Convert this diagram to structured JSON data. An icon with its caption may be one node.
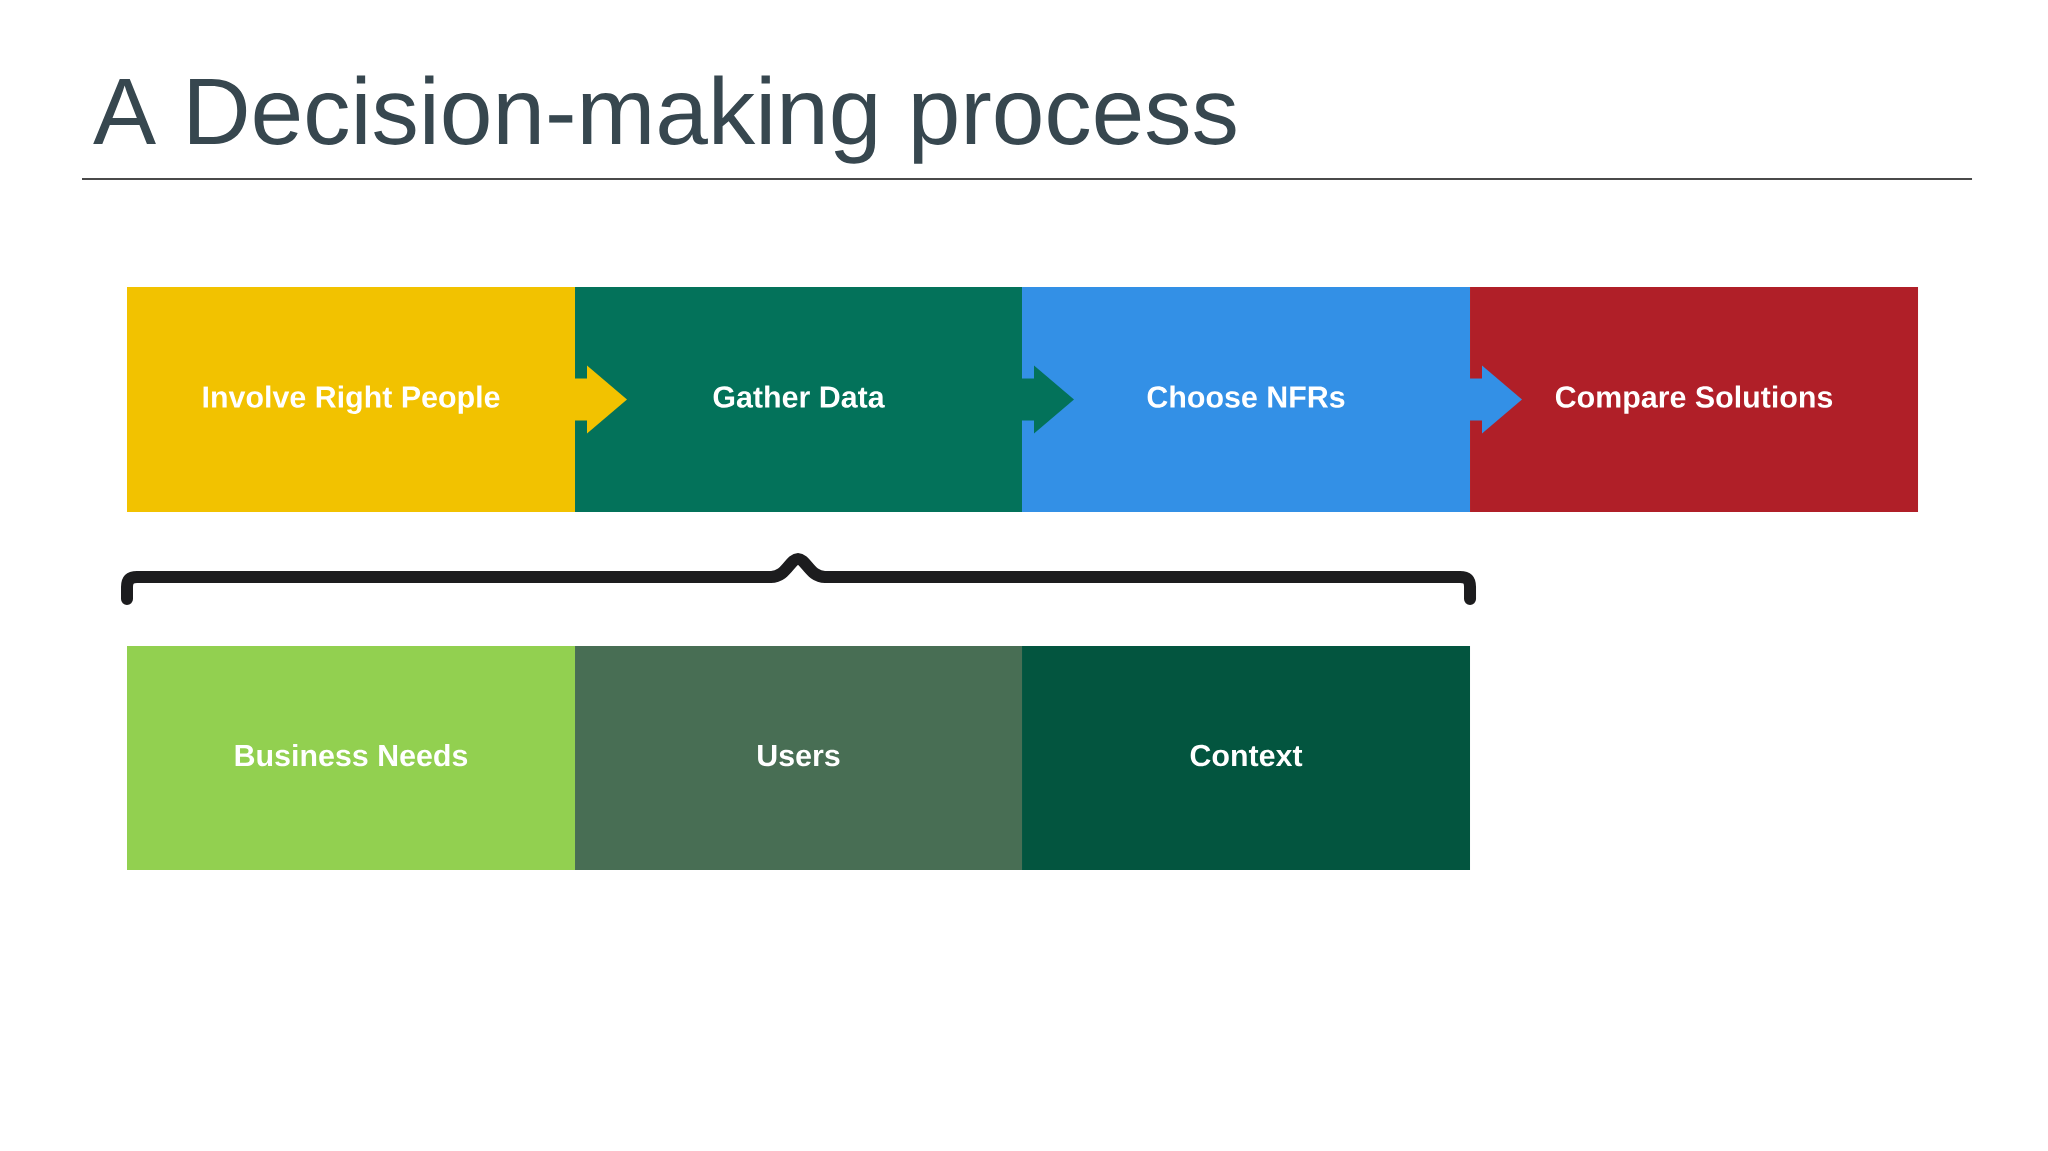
{
  "diagram": {
    "title": "A Decision-making process",
    "nodes": [
      {
        "text": [
          "Involve Right People"
        ]
      },
      {
        "text": [
          "Gather Data"
        ]
      },
      {
        "text": [
          "Choose NFRs"
        ]
      },
      {
        "text": [
          "Compare Solutions"
        ]
      },
      {
        "text": [
          "Business Needs"
        ]
      },
      {
        "text": [
          "Users"
        ]
      },
      {
        "text": [
          "Context"
        ]
      }
    ],
    "edges": [
      {
        "from": 0,
        "to": 1,
        "arrow": "to",
        "color": "#f2c200"
      },
      {
        "from": 1,
        "to": 2,
        "arrow": "to",
        "color": "#03725a"
      },
      {
        "from": 2,
        "to": 3,
        "arrow": "to",
        "color": "#3390e6"
      }
    ]
  }
}
